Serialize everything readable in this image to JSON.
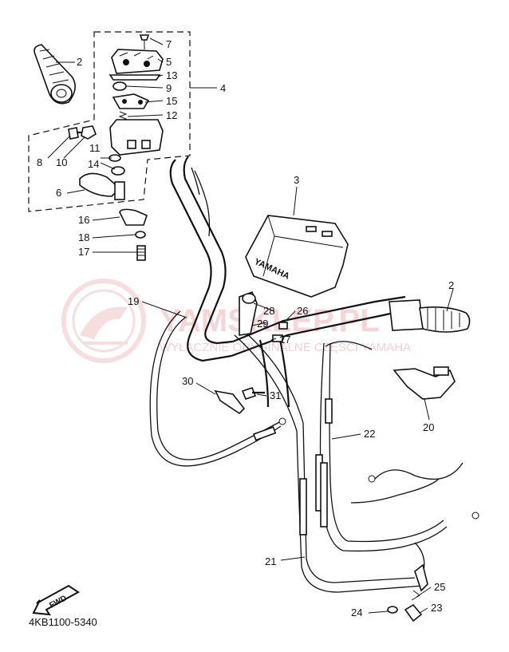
{
  "diagram_code": "4KB1100-5340",
  "fwd_label": "FWD",
  "brand_on_cover": "YAMAHA",
  "watermark": {
    "line1": "YAMSKLEP.PL",
    "line2": "WYŁĄCZNIE ORYGINALNE CZĘŚCI YAMAHA",
    "color": "#f2c4c4"
  },
  "callouts": [
    {
      "label": "2"
    },
    {
      "label": "7"
    },
    {
      "label": "5"
    },
    {
      "label": "13"
    },
    {
      "label": "9"
    },
    {
      "label": "4"
    },
    {
      "label": "15"
    },
    {
      "label": "12"
    },
    {
      "label": "8"
    },
    {
      "label": "10"
    },
    {
      "label": "11"
    },
    {
      "label": "14"
    },
    {
      "label": "6"
    },
    {
      "label": "16"
    },
    {
      "label": "18"
    },
    {
      "label": "17"
    },
    {
      "label": "3"
    },
    {
      "label": "19"
    },
    {
      "label": "28"
    },
    {
      "label": "26"
    },
    {
      "label": "29"
    },
    {
      "label": "27"
    },
    {
      "label": "2"
    },
    {
      "label": "30"
    },
    {
      "label": "31"
    },
    {
      "label": "20"
    },
    {
      "label": "22"
    },
    {
      "label": "21"
    },
    {
      "label": "25"
    },
    {
      "label": "24"
    },
    {
      "label": "23"
    }
  ]
}
